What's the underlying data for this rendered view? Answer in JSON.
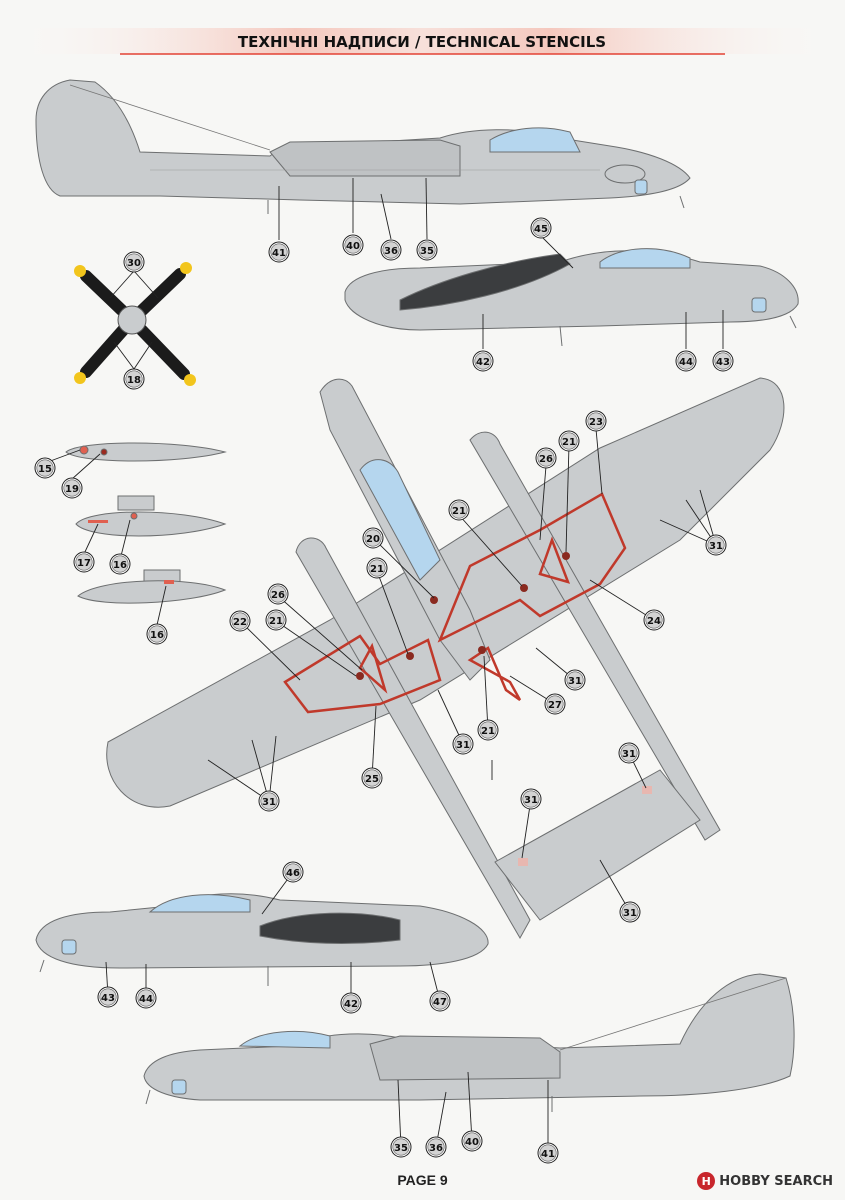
{
  "header": {
    "title": "ТЕХНІЧНІ НАДПИСИ / TECHNICAL STENCILS"
  },
  "footer": {
    "page_label": "PAGE 9"
  },
  "watermark": {
    "brand": "HOBBY SEARCH",
    "logo_letter": "H"
  },
  "colors": {
    "airframe_grey": "#c9ccce",
    "canopy_blue": "#b5d6ee",
    "walkway_red": "#c0392b",
    "callout_fill": "#d3d3d3",
    "prop_black": "#1b1b1b",
    "prop_tip_yellow": "#f2c51c",
    "header_red": "#e34234"
  },
  "callouts": [
    {
      "id": "c41a",
      "label": "41"
    },
    {
      "id": "c40a",
      "label": "40"
    },
    {
      "id": "c36a",
      "label": "36"
    },
    {
      "id": "c35a",
      "label": "35"
    },
    {
      "id": "c45",
      "label": "45"
    },
    {
      "id": "c42a",
      "label": "42"
    },
    {
      "id": "c44a",
      "label": "44"
    },
    {
      "id": "c43a",
      "label": "43"
    },
    {
      "id": "c30",
      "label": "30"
    },
    {
      "id": "c18",
      "label": "18"
    },
    {
      "id": "c15",
      "label": "15"
    },
    {
      "id": "c19",
      "label": "19"
    },
    {
      "id": "c17",
      "label": "17"
    },
    {
      "id": "c16a",
      "label": "16"
    },
    {
      "id": "c16b",
      "label": "16"
    },
    {
      "id": "c23",
      "label": "23"
    },
    {
      "id": "c21a",
      "label": "21"
    },
    {
      "id": "c26a",
      "label": "26"
    },
    {
      "id": "c21b",
      "label": "21"
    },
    {
      "id": "c31a",
      "label": "31"
    },
    {
      "id": "c20",
      "label": "20"
    },
    {
      "id": "c24",
      "label": "24"
    },
    {
      "id": "c21c",
      "label": "21"
    },
    {
      "id": "c26b",
      "label": "26"
    },
    {
      "id": "c22",
      "label": "22"
    },
    {
      "id": "c21d",
      "label": "21"
    },
    {
      "id": "c31b",
      "label": "31"
    },
    {
      "id": "c27",
      "label": "27"
    },
    {
      "id": "c21e",
      "label": "21"
    },
    {
      "id": "c31c",
      "label": "31"
    },
    {
      "id": "c25",
      "label": "25"
    },
    {
      "id": "c31d",
      "label": "31"
    },
    {
      "id": "c31e",
      "label": "31"
    },
    {
      "id": "c31f",
      "label": "31"
    },
    {
      "id": "c31g",
      "label": "31"
    },
    {
      "id": "c46",
      "label": "46"
    },
    {
      "id": "c43b",
      "label": "43"
    },
    {
      "id": "c44b",
      "label": "44"
    },
    {
      "id": "c42b",
      "label": "42"
    },
    {
      "id": "c47",
      "label": "47"
    },
    {
      "id": "c35b",
      "label": "35"
    },
    {
      "id": "c36b",
      "label": "36"
    },
    {
      "id": "c40b",
      "label": "40"
    },
    {
      "id": "c41b",
      "label": "41"
    }
  ]
}
